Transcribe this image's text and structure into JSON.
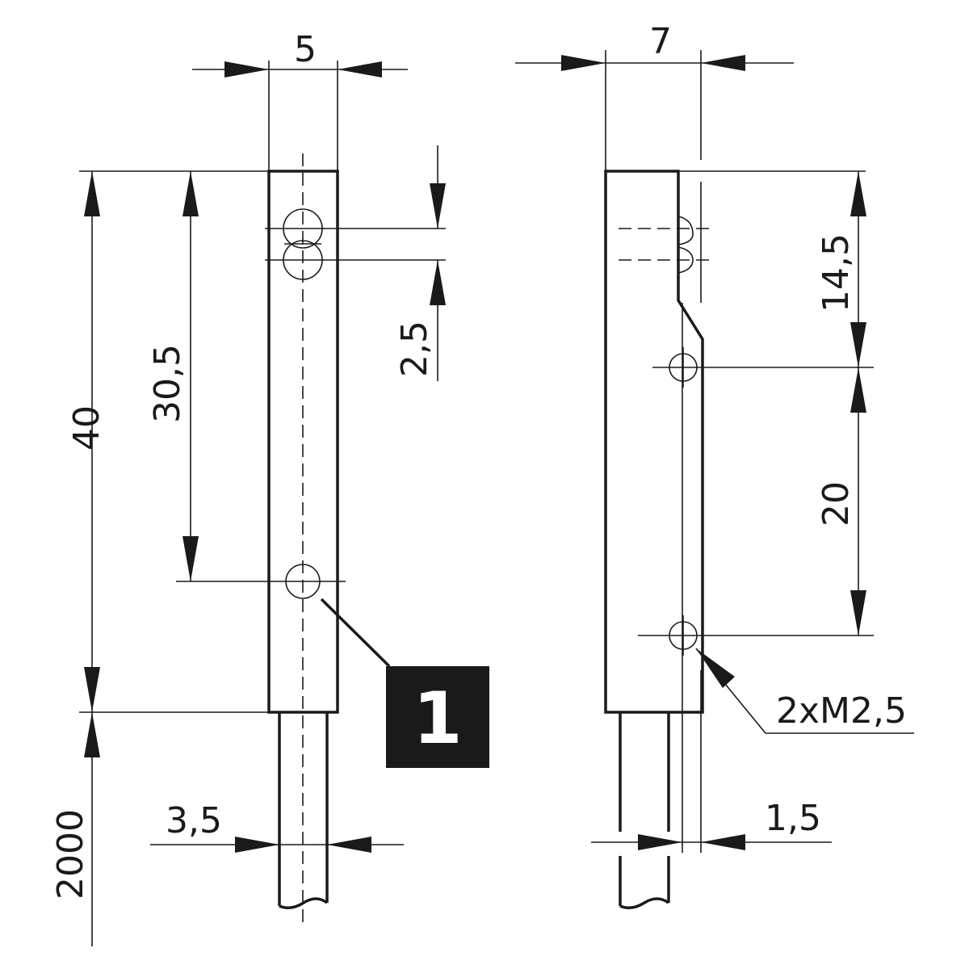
{
  "front_view": {
    "width_label": "5",
    "overall_length_label": "40",
    "hole_position_label": "30,5",
    "slot_label": "2,5",
    "cable_diameter_label": "3,5",
    "cable_length_label": "2000",
    "callout_label": "1"
  },
  "side_view": {
    "width_label": "7",
    "top_to_hole_label": "14,5",
    "hole_spacing_label": "20",
    "thread_label": "2xM2,5",
    "offset_label": "1,5"
  }
}
